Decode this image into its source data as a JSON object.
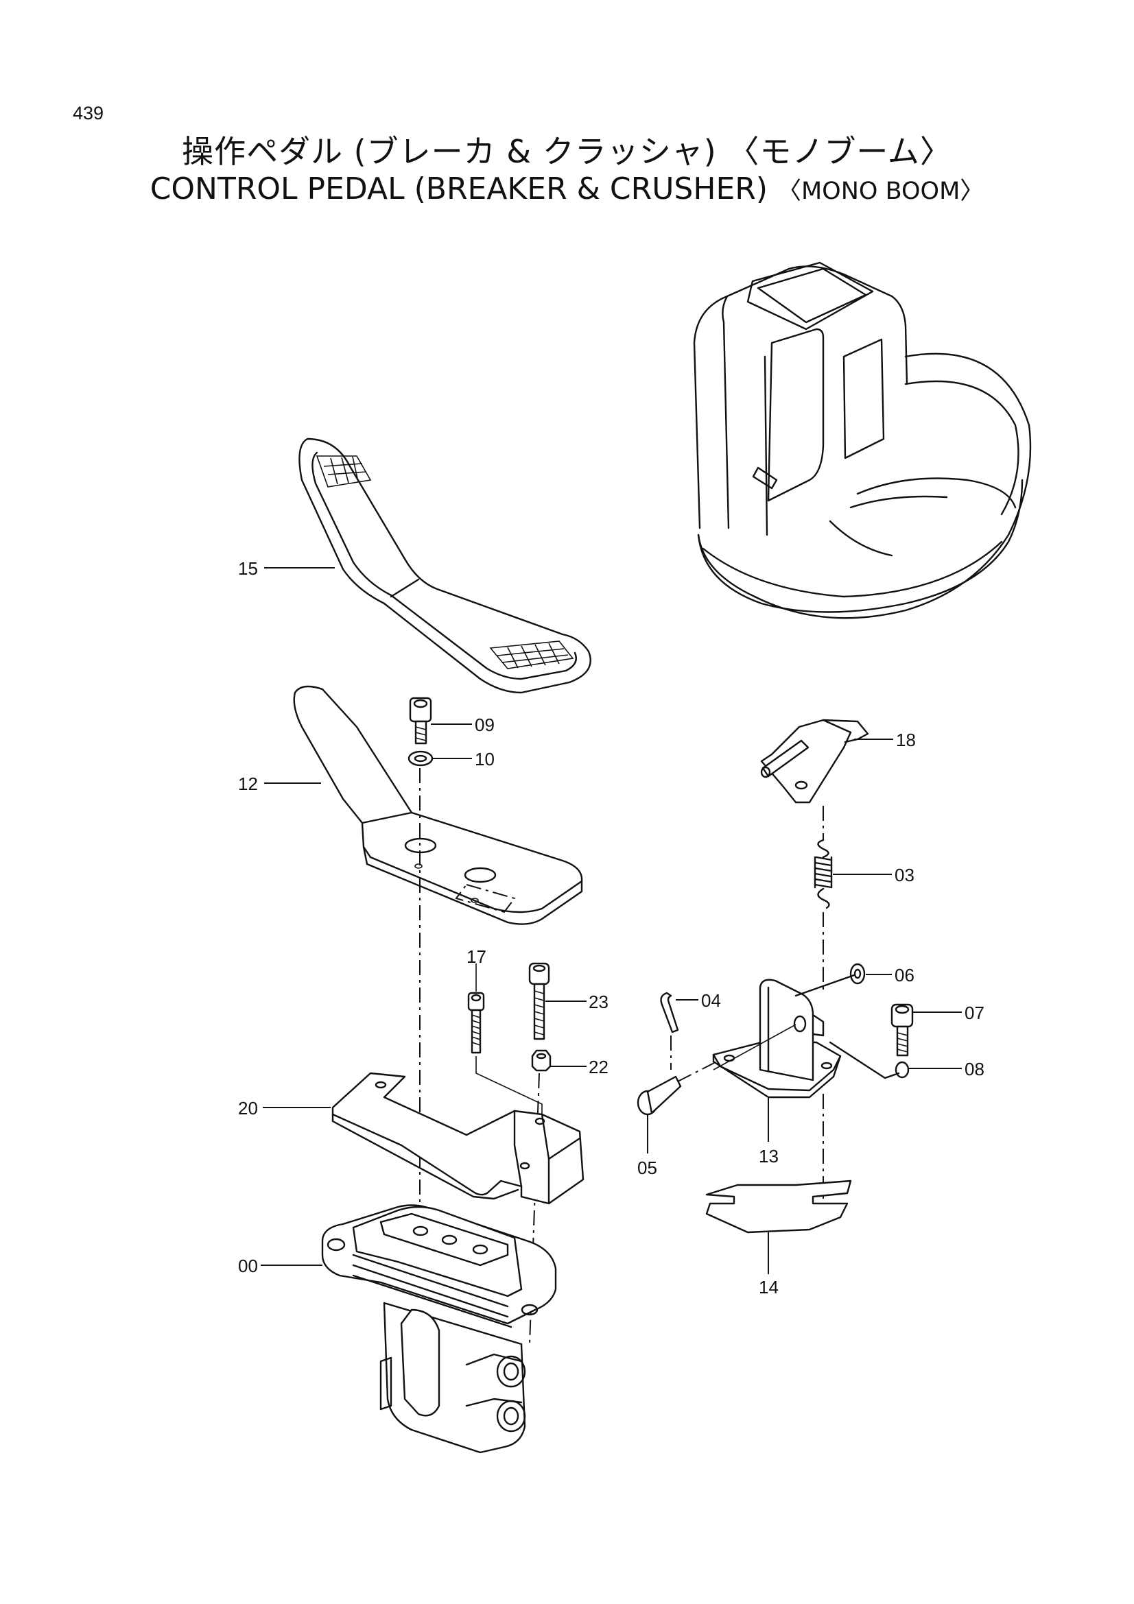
{
  "page_number": "439",
  "title_jp": "操作ペダル (ブレーカ & クラッシャ) 〈モノブーム〉",
  "title_en_main": "CONTROL  PEDAL  (BREAKER & CRUSHER)",
  "title_en_sub": "〈MONO BOOM〉",
  "part_labels": {
    "p15": "15",
    "p09": "09",
    "p10": "10",
    "p12": "12",
    "p18": "18",
    "p03": "03",
    "p17": "17",
    "p23": "23",
    "p22": "22",
    "p06": "06",
    "p04": "04",
    "p07": "07",
    "p08": "08",
    "p20": "20",
    "p13": "13",
    "p05": "05",
    "p14": "14",
    "p00": "00"
  }
}
